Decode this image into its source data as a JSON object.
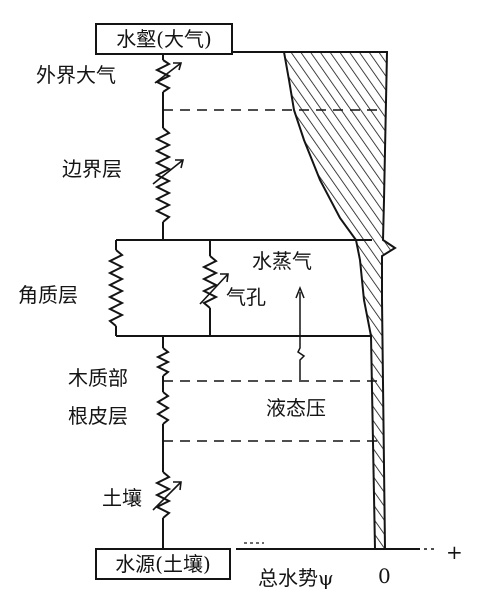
{
  "diagram": {
    "top_box": "水壑(大气)",
    "bottom_box": "水源(土壤)",
    "layers": {
      "outer_air": "外界大气",
      "boundary_layer": "边界层",
      "cuticle": "角质层",
      "stomata": "气孔",
      "xylem": "木质部",
      "root_cortex": "根皮层",
      "soil": "土壤"
    },
    "phases": {
      "vapor": "水蒸气",
      "liquid_pressure": "液态压"
    },
    "axis": {
      "label": "总水势ψ",
      "zero": "0",
      "plus": "+"
    },
    "colors": {
      "ink": "#141414",
      "paper": "#ffffff"
    }
  }
}
